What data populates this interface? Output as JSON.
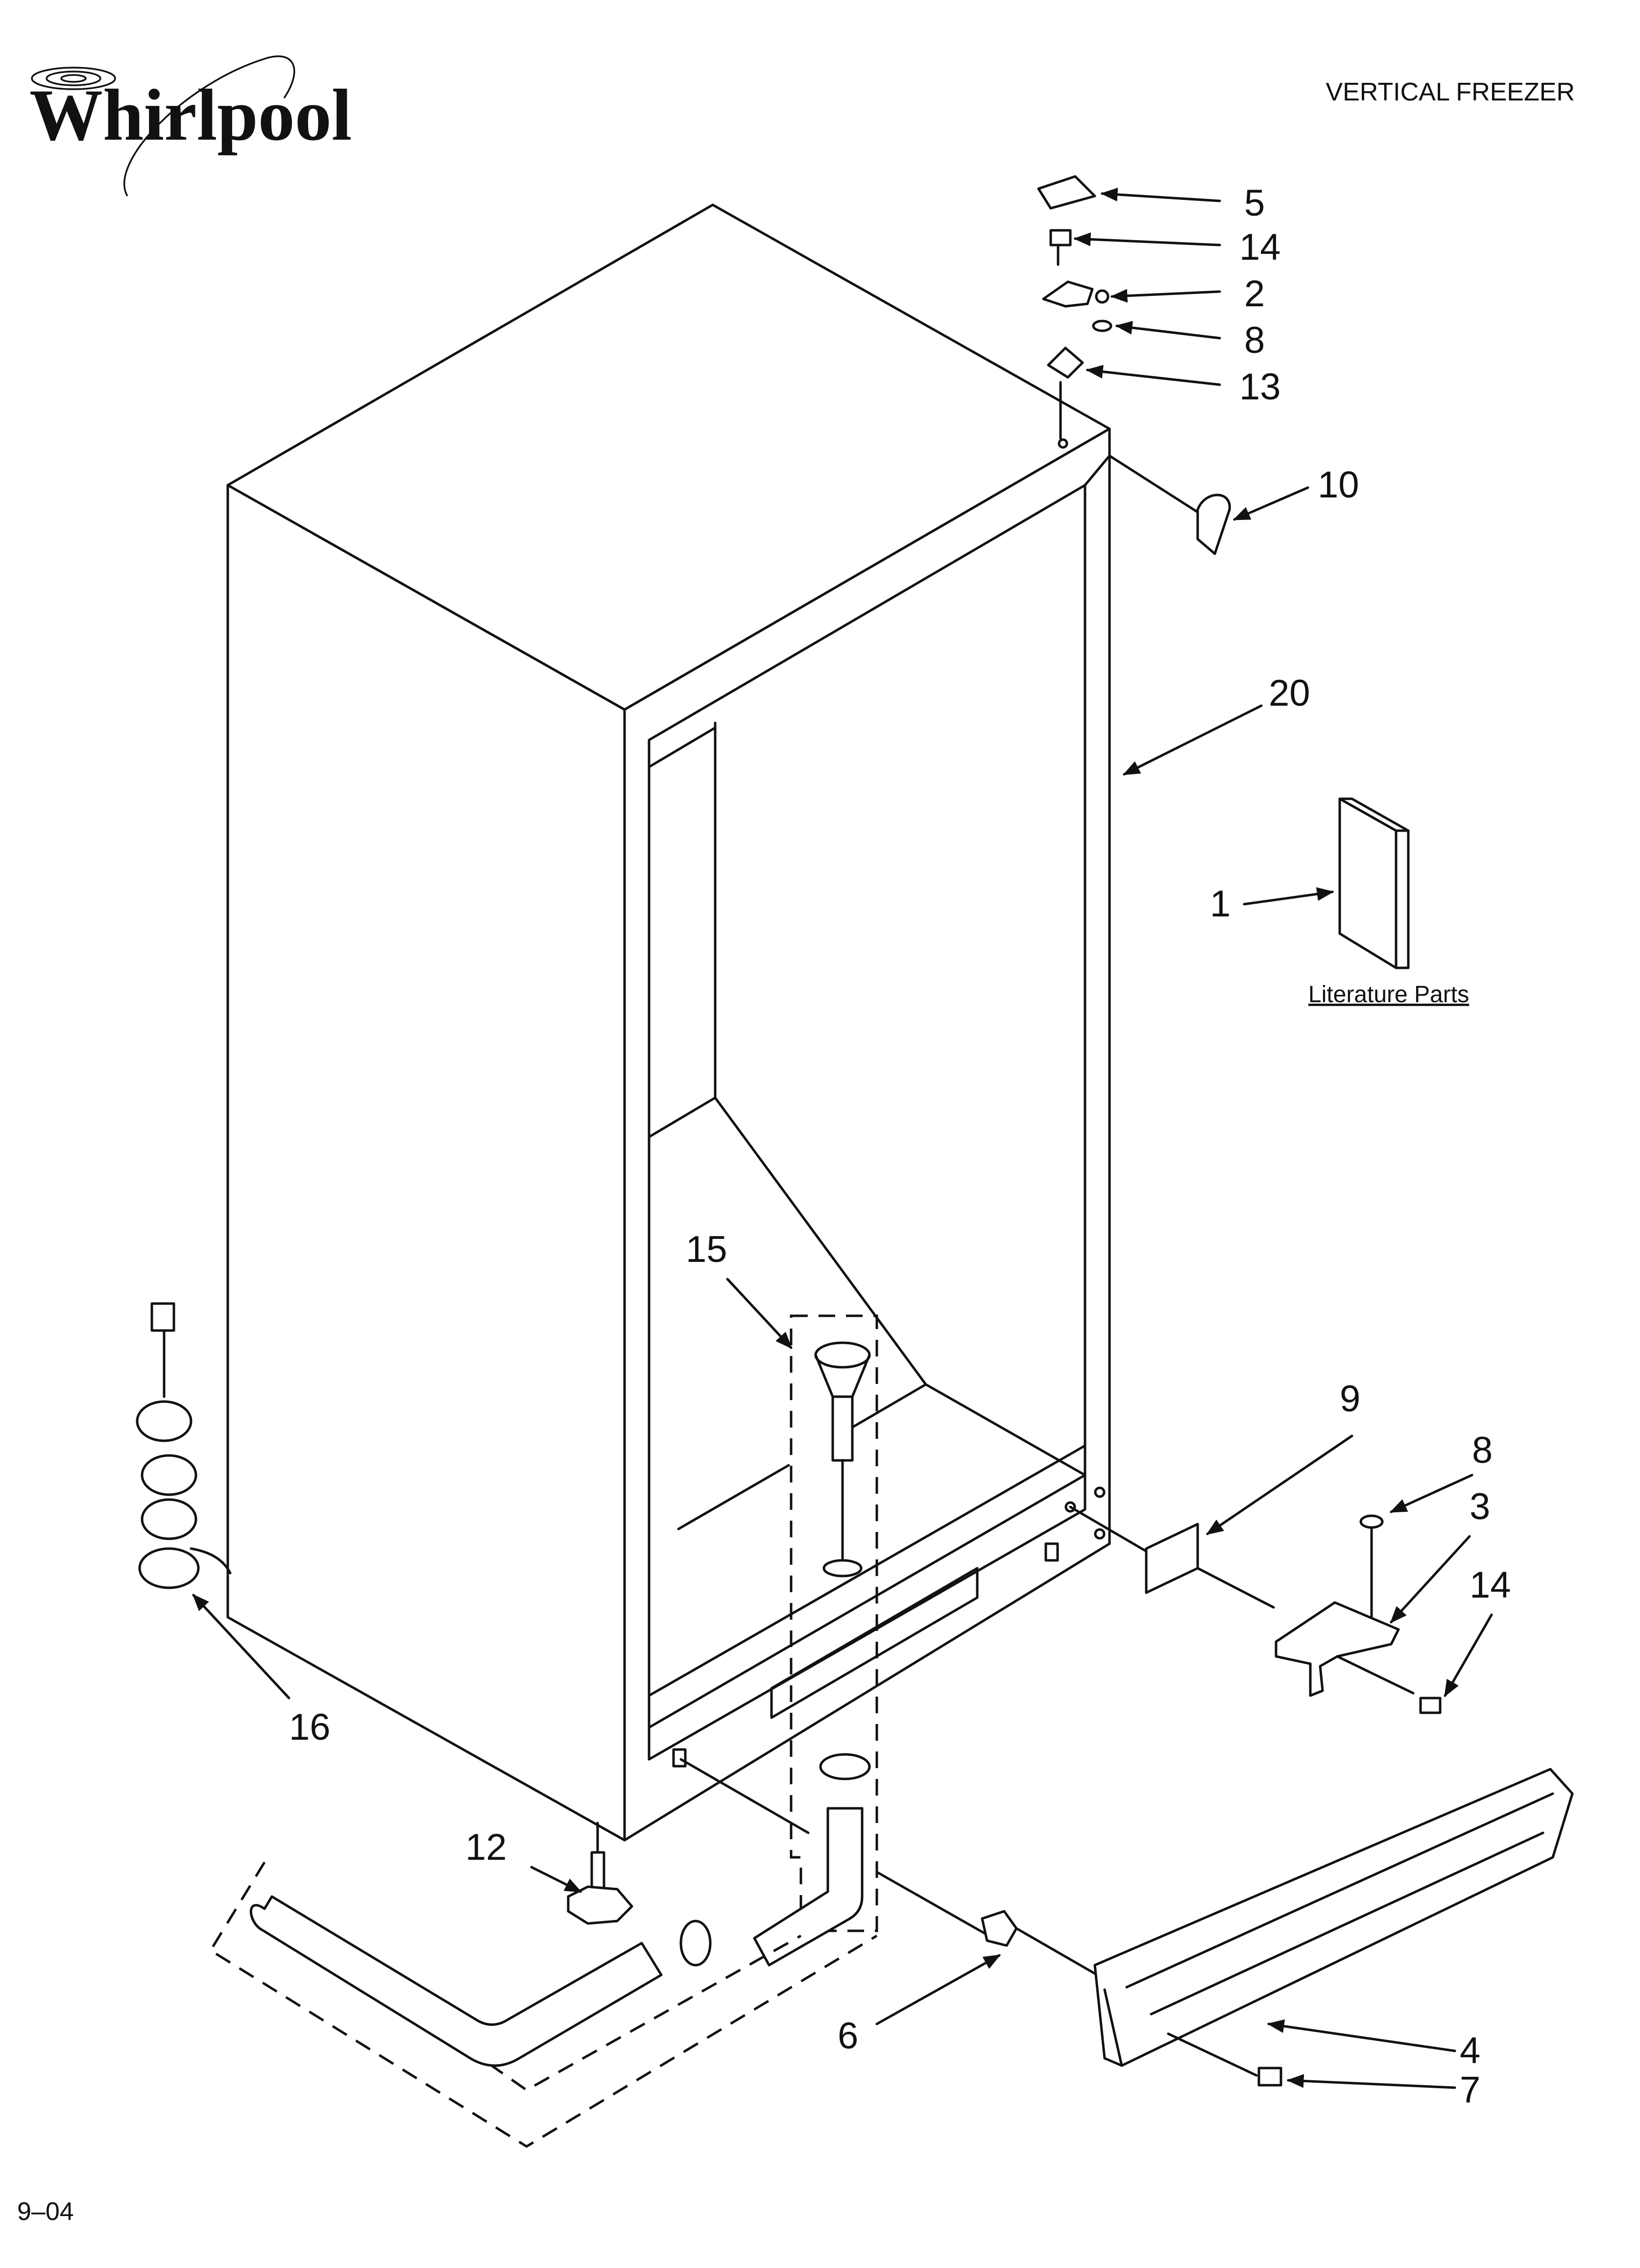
{
  "brand": {
    "name": "Whirlpool"
  },
  "header": {
    "title": "VERTICAL FREEZER"
  },
  "footer": {
    "date_code": "9–04"
  },
  "literature": {
    "label": "Literature Parts"
  },
  "callouts": [
    {
      "id": "c5",
      "text": "5"
    },
    {
      "id": "c14a",
      "text": "14"
    },
    {
      "id": "c2",
      "text": "2"
    },
    {
      "id": "c8a",
      "text": "8"
    },
    {
      "id": "c13",
      "text": "13"
    },
    {
      "id": "c10",
      "text": "10"
    },
    {
      "id": "c20",
      "text": "20"
    },
    {
      "id": "c1",
      "text": "1"
    },
    {
      "id": "c15",
      "text": "15"
    },
    {
      "id": "c9",
      "text": "9"
    },
    {
      "id": "c8b",
      "text": "8"
    },
    {
      "id": "c3",
      "text": "3"
    },
    {
      "id": "c14b",
      "text": "14"
    },
    {
      "id": "c16",
      "text": "16"
    },
    {
      "id": "c12",
      "text": "12"
    },
    {
      "id": "c6",
      "text": "6"
    },
    {
      "id": "c4",
      "text": "4"
    },
    {
      "id": "c7",
      "text": "7"
    }
  ]
}
